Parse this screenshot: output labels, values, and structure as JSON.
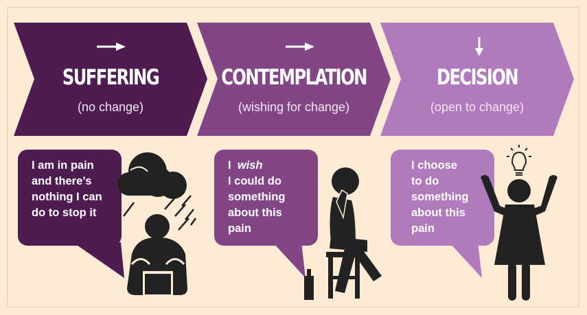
{
  "colors": {
    "background": "#fdebd5",
    "frame_border": "#e2ceb2",
    "stage1": "#4f1c52",
    "stage2": "#824586",
    "stage3": "#b07abd",
    "figure": "#222222"
  },
  "stages": [
    {
      "arrow": "→",
      "arrow_icon": "arrow-right-icon",
      "title": "SUFFERING",
      "subtitle": "(no change)",
      "bubble_lines": [
        "I am in pain",
        "and there’s",
        "nothing I can",
        "do to stop it"
      ],
      "figure": "person-under-rain-cloud"
    },
    {
      "arrow": "→",
      "arrow_icon": "arrow-right-icon",
      "title": "CONTEMPLATION",
      "subtitle": "(wishing for change)",
      "bubble_lines": [
        "I",
        "wish",
        "I could do",
        "something",
        "about this",
        "pain"
      ],
      "figure": "person-thinking-on-stool"
    },
    {
      "arrow": "↓",
      "arrow_icon": "arrow-down-icon",
      "title": "DECISION",
      "subtitle": "(open to change)",
      "bubble_lines": [
        "I choose",
        "to do",
        "something",
        "about this",
        "pain"
      ],
      "figure": "person-arms-raised-with-lightbulb"
    }
  ]
}
